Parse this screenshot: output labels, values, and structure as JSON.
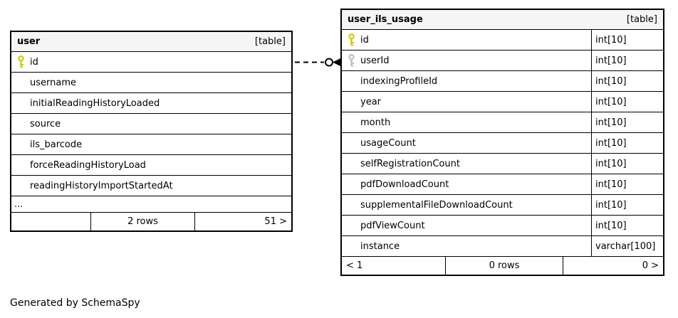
{
  "colors": {
    "header_bg": "#f5f5f5",
    "border": "#000000",
    "primary_key": "#cdcd00",
    "foreign_key": "#bdbdbd"
  },
  "generated_note": "Generated by SchemaSpy",
  "tables": {
    "user": {
      "title": "user",
      "badge": "[table]",
      "columns": [
        {
          "name": "id",
          "key": "primary"
        },
        {
          "name": "username",
          "key": ""
        },
        {
          "name": "initialReadingHistoryLoaded",
          "key": ""
        },
        {
          "name": "source",
          "key": ""
        },
        {
          "name": "ils_barcode",
          "key": ""
        },
        {
          "name": "forceReadingHistoryLoad",
          "key": ""
        },
        {
          "name": "readingHistoryImportStartedAt",
          "key": ""
        }
      ],
      "ellipsis": "...",
      "footer": {
        "left": "",
        "center": "2 rows",
        "right": "51 >"
      }
    },
    "user_ils_usage": {
      "title": "user_ils_usage",
      "badge": "[table]",
      "columns": [
        {
          "name": "id",
          "type": "int[10]",
          "key": "primary"
        },
        {
          "name": "userId",
          "type": "int[10]",
          "key": "foreign"
        },
        {
          "name": "indexingProfileId",
          "type": "int[10]",
          "key": ""
        },
        {
          "name": "year",
          "type": "int[10]",
          "key": ""
        },
        {
          "name": "month",
          "type": "int[10]",
          "key": ""
        },
        {
          "name": "usageCount",
          "type": "int[10]",
          "key": ""
        },
        {
          "name": "selfRegistrationCount",
          "type": "int[10]",
          "key": ""
        },
        {
          "name": "pdfDownloadCount",
          "type": "int[10]",
          "key": ""
        },
        {
          "name": "supplementalFileDownloadCount",
          "type": "int[10]",
          "key": ""
        },
        {
          "name": "pdfViewCount",
          "type": "int[10]",
          "key": ""
        },
        {
          "name": "instance",
          "type": "varchar[100]",
          "key": ""
        }
      ],
      "footer": {
        "left": "< 1",
        "center": "0 rows",
        "right": "0 >"
      }
    }
  },
  "relationship": {
    "from": "user.id",
    "to": "user_ils_usage.userId",
    "line_style": "dashed",
    "cardinality": "zero-or-many"
  }
}
